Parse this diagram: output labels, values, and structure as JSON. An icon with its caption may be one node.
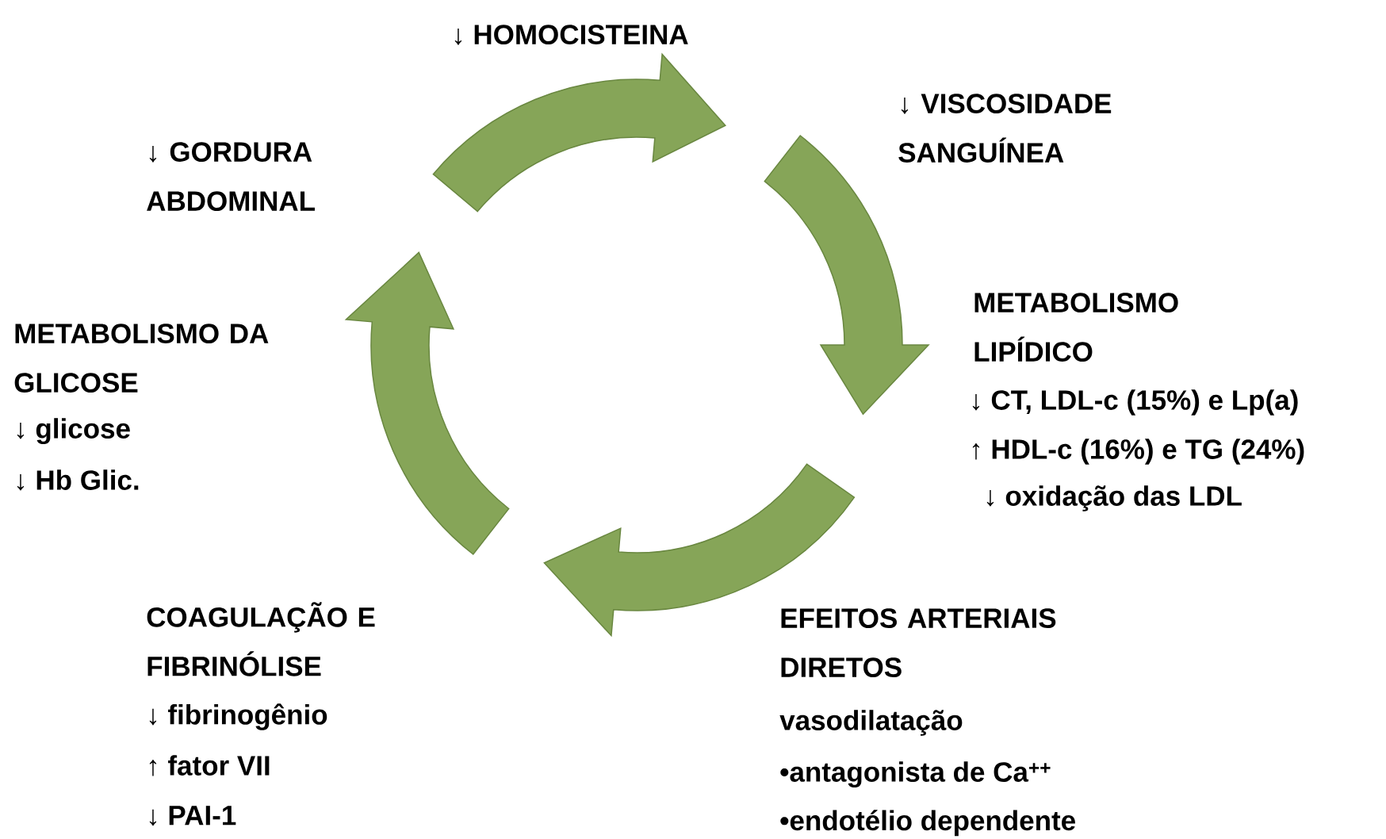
{
  "diagram": {
    "labels": [
      "↓ HOMOCISTEINA",
      "↓ VISCOSIDADE SANGUÍNEA",
      "↓ GORDURA ABDOMINAL",
      "METABOLISMO DA GLICOSE",
      "↓ glicose",
      "↓ Hb Glic.",
      "METABOLISMO LIPÍDICO",
      "↓ CT, LDL-c (15%) e Lp(a)",
      "↑ HDL-c (16%) e TG (24%)",
      "↓ oxidação das LDL",
      "COAGULAÇÃO E FIBRINÓLISE",
      "↓ fibrinogênio",
      "↑ fator VII",
      "↓ PAI-1",
      "EFEITOS ARTERIAIS DIRETOS",
      "vasodilatação",
      "•antagonista de Ca$^{++}$",
      "•endotélio dependente"
    ]
  }
}
